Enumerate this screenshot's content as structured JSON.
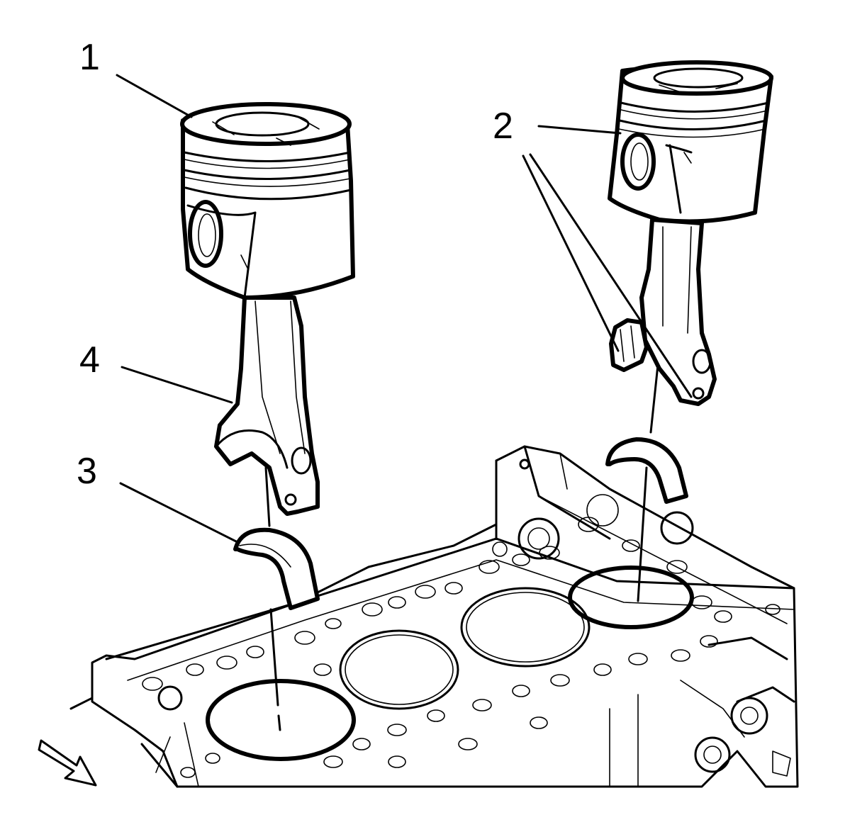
{
  "callouts": {
    "c1": "1",
    "c2": "2",
    "c3": "3",
    "c4": "4"
  },
  "colors": {
    "ink": "#000000",
    "paper": "#ffffff"
  },
  "icons": {
    "view_arrow": "direction-arrow-icon"
  }
}
